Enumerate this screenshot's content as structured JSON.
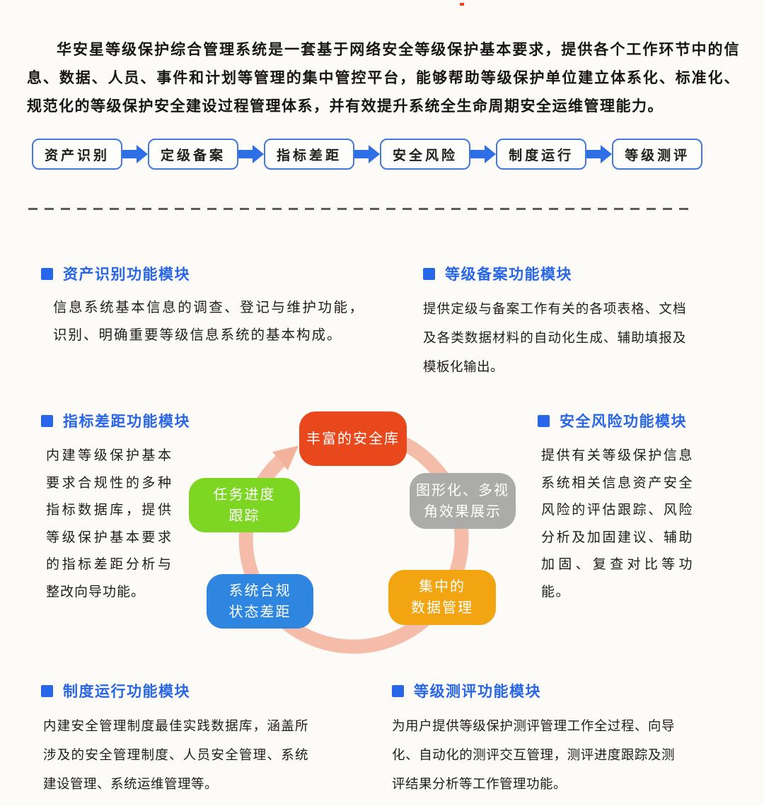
{
  "intro": {
    "text": "华安星等级保护综合管理系统是一套基于网络安全等级保护基本要求，提供各个工作环节中的信息、数据、人员、事件和计划等管理的集中管控平台，能够帮助等级保护单位建立体系化、标准化、规范化的等级保护安全建设过程管理体系，并有效提升系统全生命周期安全运维管理能力。"
  },
  "flow": {
    "steps": [
      "资产识别",
      "定级备案",
      "指标差距",
      "安全风险",
      "制度运行",
      "等级测评"
    ],
    "box_border_color": "#4378dc",
    "arrow_color": "#2e6fe5"
  },
  "modules": {
    "asset": {
      "title": "资产识别功能模块",
      "body": "信息系统基本信息的调查、登记与维护功能，识别、明确重要等级信息系统的基本构成。"
    },
    "filing": {
      "title": "等级备案功能模块",
      "body": "提供定级与备案工作有关的各项表格、文档及各类数据材料的自动化生成、辅助填报及模板化输出。"
    },
    "gap": {
      "title": "指标差距功能模块",
      "body": "内建等级保护基本要求合规性的多种指标数据库，提供等级保护基本要求的指标差距分析与整改向导功能。"
    },
    "risk": {
      "title": "安全风险功能模块",
      "body": "提供有关等级保护信息系统相关信息资产安全风险的评估跟踪、风险分析及加固建议、辅助加固、复查对比等功能。"
    },
    "operation": {
      "title": "制度运行功能模块",
      "body": "内建安全管理制度最佳实践数据库，涵盖所涉及的安全管理制度、人员安全管理、系统建设管理、系统运维管理等。"
    },
    "evaluation": {
      "title": "等级测评功能模块",
      "body": "为用户提供等级保护测评管理工作全过程、向导化、自动化的测评交互管理，测评进度跟踪及测评结果分析等工作管理功能。"
    }
  },
  "cycle": {
    "arc_color": "#f5bca9",
    "items": {
      "top": {
        "label": "丰富的安全库",
        "color": "#e8481c"
      },
      "right": {
        "label": "图形化、多视\n角效果展示",
        "color": "#ababa9"
      },
      "bottom_right": {
        "label": "集中的\n数据管理",
        "color": "#f2a411"
      },
      "bottom_left": {
        "label": "系统合规\n状态差距",
        "color": "#2e86e0"
      },
      "left": {
        "label": "任务进度\n跟踪",
        "color": "#7cd622"
      }
    }
  },
  "accent": {
    "header_blue": "#2765e9",
    "divider_gray": "#5b5b5d"
  }
}
